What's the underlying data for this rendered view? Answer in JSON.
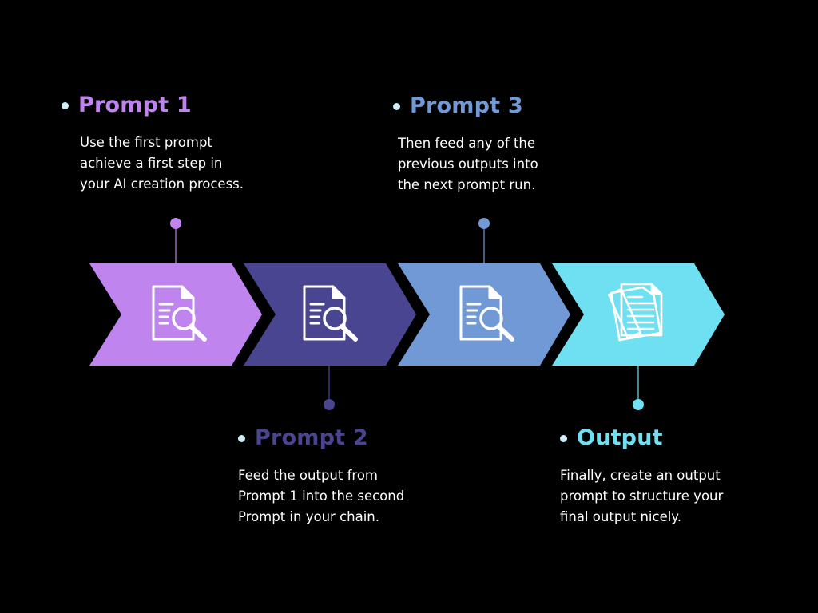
{
  "steps": [
    {
      "title": "Prompt 1",
      "description": "Use the first prompt\nachieve a first step in\nyour AI creation process.",
      "color": "#c084ee",
      "icon": "document-search-icon"
    },
    {
      "title": "Prompt 2",
      "description": "Feed the output from\nPrompt 1 into the second\nPrompt in your chain.",
      "color": "#4a4590",
      "icon": "document-search-icon"
    },
    {
      "title": "Prompt 3",
      "description": "Then feed any of the\nprevious outputs into\nthe next prompt run.",
      "color": "#7199d5",
      "icon": "document-search-icon"
    },
    {
      "title": "Output",
      "description": "Finally, create an output\nprompt to structure your\nfinal output nicely.",
      "color": "#6ee0f2",
      "icon": "stacked-documents-icon"
    }
  ],
  "bullet_color": "#cdeef5",
  "background": "#000000"
}
